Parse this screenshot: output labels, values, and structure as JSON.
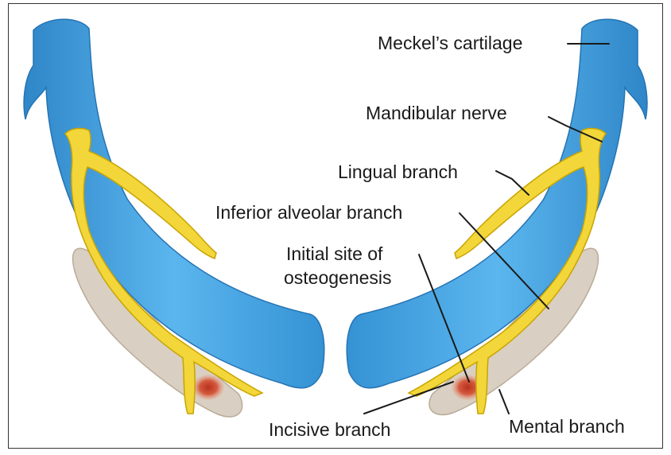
{
  "labels": {
    "meckels_cartilage": "Meckel’s cartilage",
    "mandibular_nerve": "Mandibular nerve",
    "lingual_branch": "Lingual branch",
    "inferior_alveolar_branch": "Inferior alveolar branch",
    "initial_site_line1": "Initial site of",
    "initial_site_line2": "osteogenesis",
    "incisive_branch": "Incisive branch",
    "mental_branch": "Mental branch"
  },
  "colors": {
    "cartilage": "#4aa8e6",
    "cartilage_dark": "#2f86c8",
    "nerve": "#f2d63a",
    "nerve_outline": "#c9a400",
    "bone": "#d9cfc2",
    "bone_outline": "#b9ab98",
    "ossification": "#c8402a"
  }
}
